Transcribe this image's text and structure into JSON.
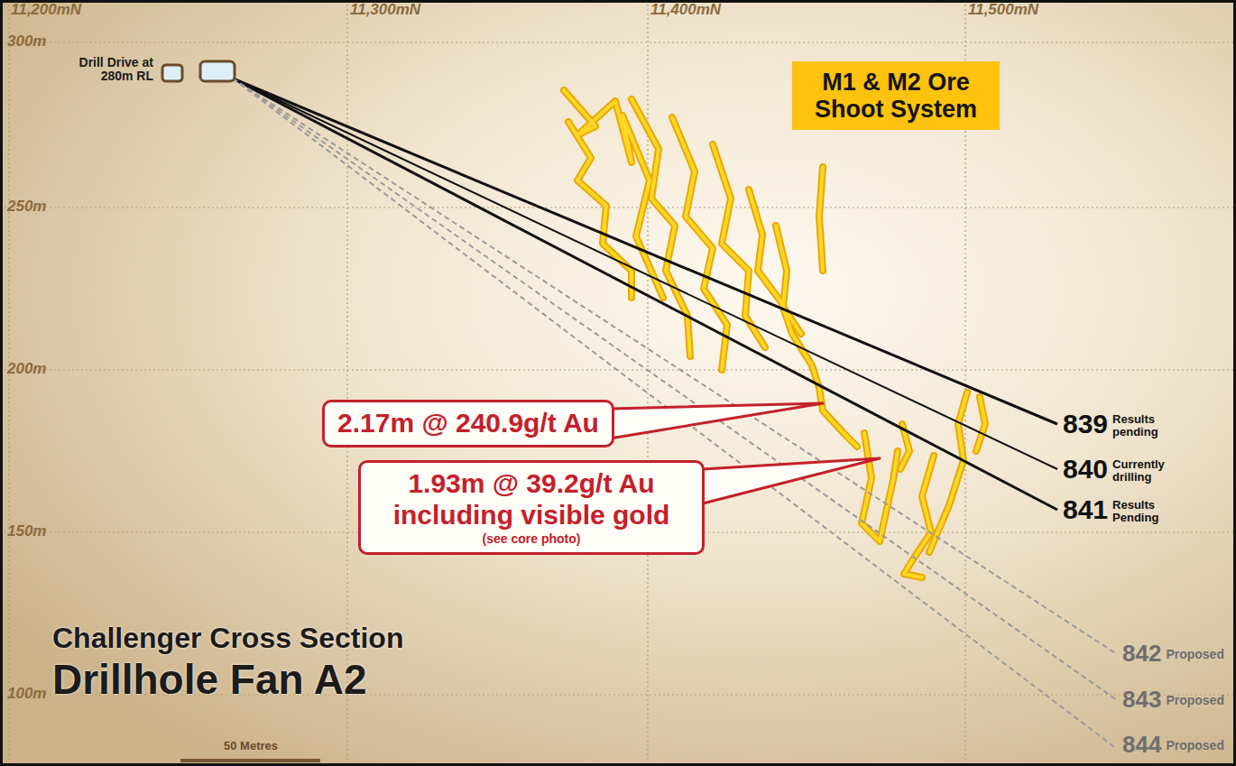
{
  "diagram": {
    "nodes": [
      {
        "text": [
          "M1 & M2 Ore Shoot System"
        ]
      },
      {
        "text": [
          "2.17m @ 240.9g/t Au"
        ]
      },
      {
        "text": [
          "1.93m @ 39.2g/t Au including visible gold",
          "(see core photo)"
        ]
      }
    ],
    "labels": [
      "11,200mN",
      "11,300mN",
      "11,400mN",
      "11,500mN",
      "300m",
      "250m",
      "200m",
      "150m",
      "100m",
      "Drill Drive at 280m RL",
      "839",
      "Results pending",
      "840",
      "Currently drilling",
      "841",
      "Results Pending",
      "842",
      "Proposed",
      "843",
      "Proposed",
      "844",
      "Proposed",
      "Challenger Cross Section",
      "Drillhole Fan A2",
      "50 Metres"
    ]
  }
}
